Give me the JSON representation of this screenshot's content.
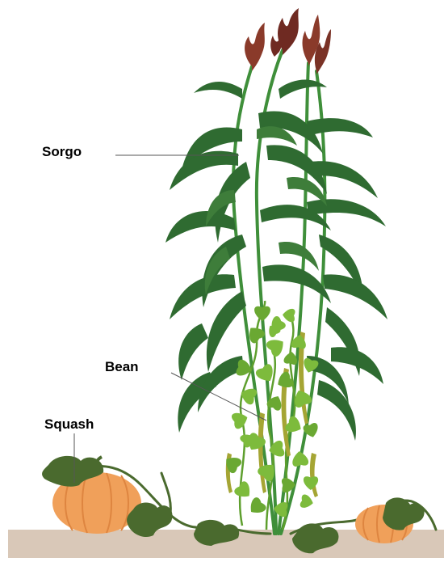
{
  "labels": {
    "sorgo": "Sorgo",
    "bean": "Bean",
    "squash": "Squash"
  },
  "colors": {
    "background": "#ffffff",
    "ground": "#d9c8b8",
    "stalk": "#3f8f3a",
    "leaf_dark": "#2f6b31",
    "leaf_mid": "#3e7d3a",
    "tassel": "#8a3a2a",
    "tassel_dark": "#6f2a22",
    "bean_leaf": "#7dbb3c",
    "bean_pod": "#a5a534",
    "squash_fill": "#f0a05a",
    "squash_rib": "#de8540",
    "squash_leaf": "#4a6a2e",
    "leader_line": "#555555"
  },
  "icons": [
    "sorghum-plant",
    "bean-vine",
    "squash-pumpkin",
    "soil-ground"
  ]
}
